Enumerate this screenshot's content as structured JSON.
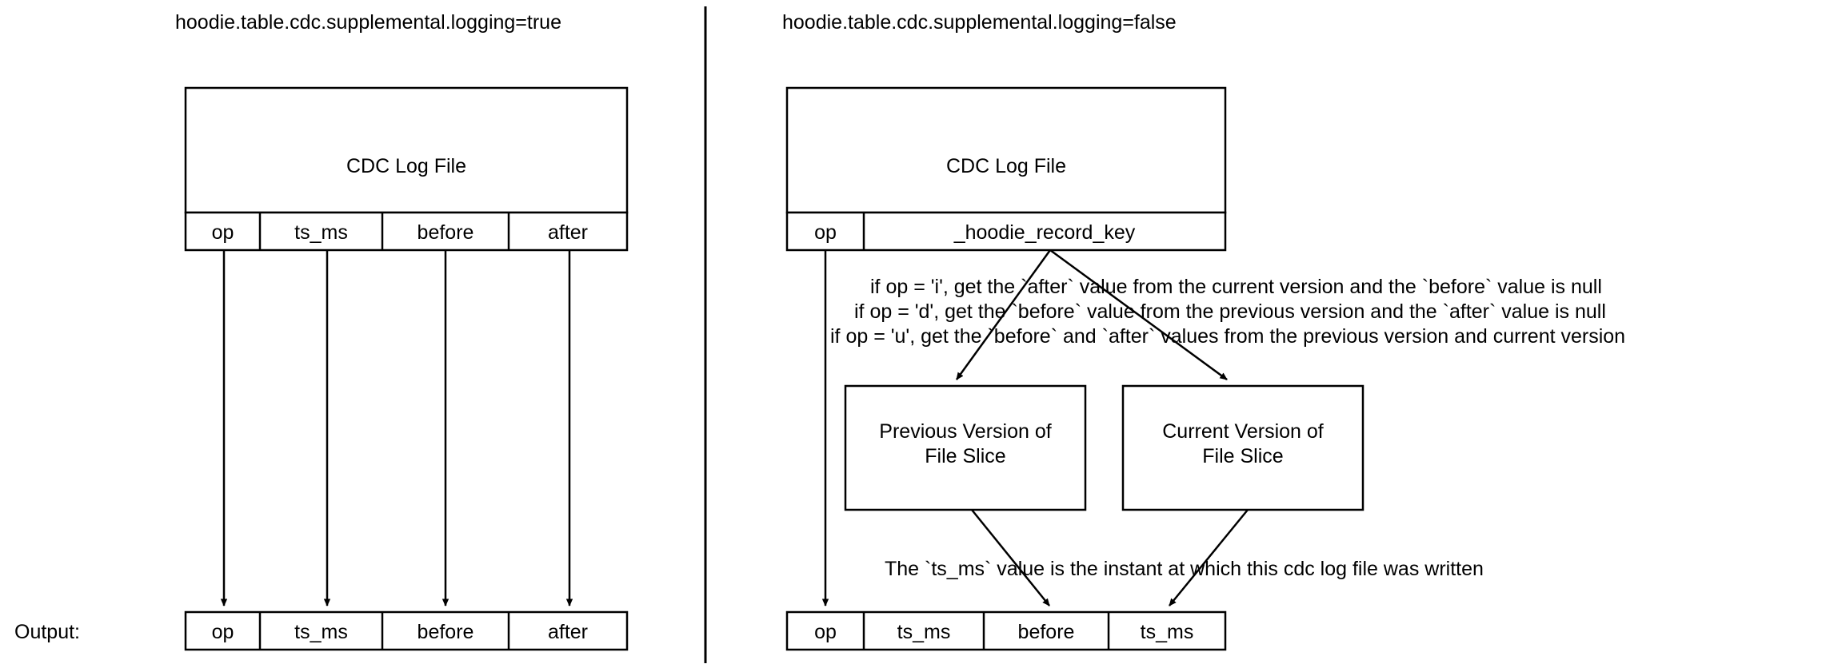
{
  "diagram": {
    "title_left": "hoodie.table.cdc.supplemental.logging=true",
    "title_right": "hoodie.table.cdc.supplemental.logging=false",
    "output_label": "Output:"
  },
  "left_panel": {
    "log_file_box_label": "CDC Log File",
    "log_columns": [
      "op",
      "ts_ms",
      "before",
      "after"
    ],
    "output_columns": [
      "op",
      "ts_ms",
      "before",
      "after"
    ]
  },
  "right_panel": {
    "log_file_box_label": "CDC Log File",
    "log_columns": [
      "op",
      "_hoodie_record_key"
    ],
    "rule_lines": [
      "if op = 'i', get the `after` value from the current version and the `before` value is null",
      "if op = 'd', get the `before` value from the previous version  and the `after` value is null",
      "if op = 'u', get the `before` and `after` values from the previous version and current version"
    ],
    "previous_version_box": "Previous Version of\nFile Slice",
    "current_version_box": "Current Version of\nFile Slice",
    "ts_note": "The `ts_ms` value is the instant at which this cdc log file was written",
    "output_columns": [
      "op",
      "ts_ms",
      "before",
      "ts_ms"
    ]
  },
  "style": {
    "stroke": "#000000",
    "background": "#ffffff"
  }
}
